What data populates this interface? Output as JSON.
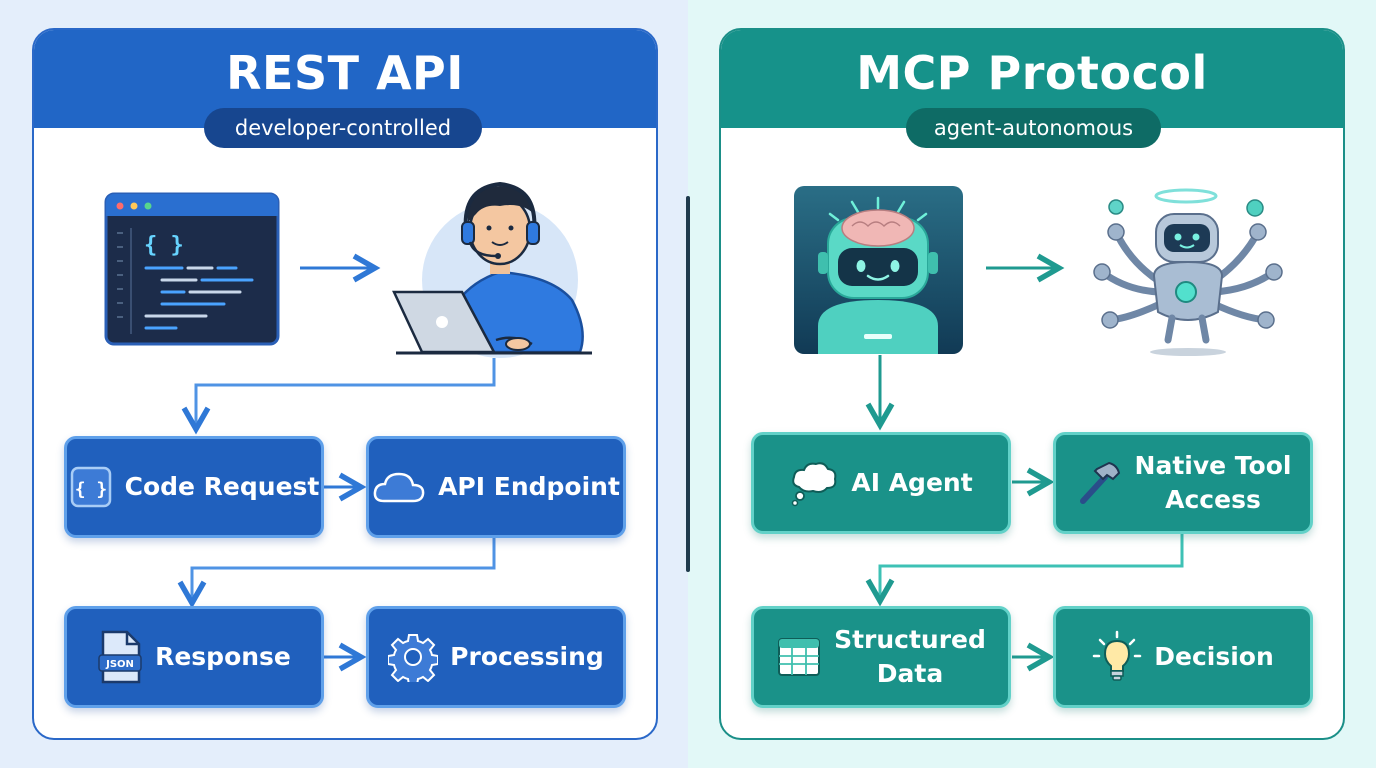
{
  "rest": {
    "title": "REST API",
    "pill": "developer-controlled",
    "code_glyph": "{ }",
    "json_label": "JSON",
    "boxes": {
      "code_request": "Code Request",
      "api_endpoint": "API Endpoint",
      "response": "Response",
      "processing": "Processing"
    }
  },
  "mcp": {
    "title": "MCP Protocol",
    "pill": "agent-autonomous",
    "boxes": {
      "ai_agent": "AI Agent",
      "native_tool_line1": "Native Tool",
      "native_tool_line2": "Access",
      "structured_data_line1": "Structured",
      "structured_data_line2": "Data",
      "decision": "Decision"
    }
  },
  "colors": {
    "rest_accent": "#2166c6",
    "mcp_accent": "#16928a",
    "rest_box_border": "#5fa0ea",
    "mcp_box_border": "#62d1c8"
  }
}
